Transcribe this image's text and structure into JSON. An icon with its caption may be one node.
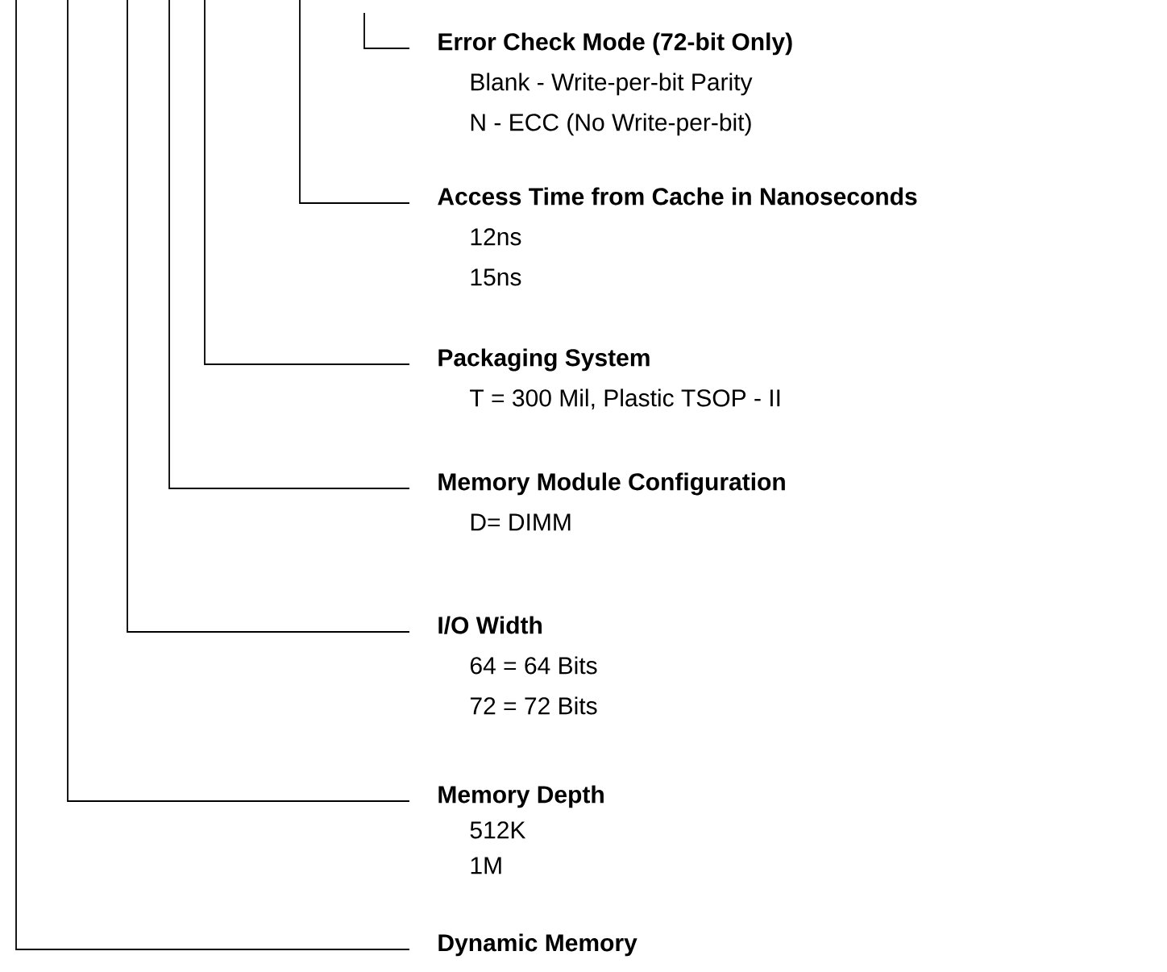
{
  "diagram": {
    "nodes": [
      {
        "text": [
          "Error Check Mode (72-bit Only)",
          "Blank - Write-per-bit Parity",
          "N - ECC (No Write-per-bit)"
        ]
      },
      {
        "text": [
          "Access Time from Cache in Nanoseconds",
          "12ns",
          "15ns"
        ]
      },
      {
        "text": [
          "Packaging System",
          "T = 300 Mil, Plastic TSOP - II"
        ]
      },
      {
        "text": [
          "Memory Module Configuration",
          "D= DIMM"
        ]
      },
      {
        "text": [
          "I/O Width",
          "64 = 64 Bits",
          "72 = 72 Bits"
        ]
      },
      {
        "text": [
          "Memory Depth",
          "512K",
          "1M"
        ]
      },
      {
        "text": [
          "Dynamic Memory"
        ]
      }
    ],
    "edges": [
      {
        "from": null,
        "to": 0,
        "arrow": "none"
      },
      {
        "from": null,
        "to": 1,
        "arrow": "none"
      },
      {
        "from": null,
        "to": 2,
        "arrow": "none"
      },
      {
        "from": null,
        "to": 3,
        "arrow": "none"
      },
      {
        "from": null,
        "to": 4,
        "arrow": "none"
      },
      {
        "from": null,
        "to": 5,
        "arrow": "none"
      },
      {
        "from": null,
        "to": 6,
        "arrow": "none"
      }
    ]
  }
}
